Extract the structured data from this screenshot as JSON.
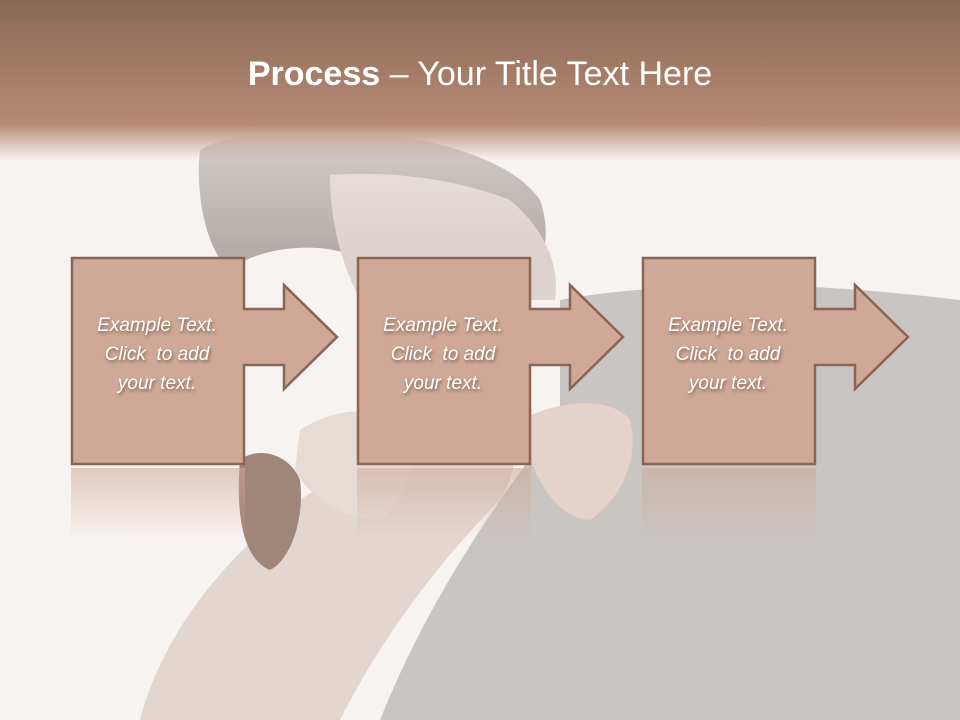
{
  "slide": {
    "title_bold": "Process",
    "title_rest": " – Your Title Text Here",
    "colors": {
      "header_top": "#8a6857",
      "header_bottom": "#b68a74",
      "box_fill": "#cfa897",
      "box_border": "#8c6456",
      "text": "#ffffff"
    }
  },
  "steps": [
    {
      "line1": "Example Text.",
      "line2": "Click  to add",
      "line3": "your text."
    },
    {
      "line1": "Example Text.",
      "line2": "Click  to add",
      "line3": "your text."
    },
    {
      "line1": "Example Text.",
      "line2": "Click  to add",
      "line3": "your text."
    }
  ],
  "background_image": "faded-photo-man-eating"
}
